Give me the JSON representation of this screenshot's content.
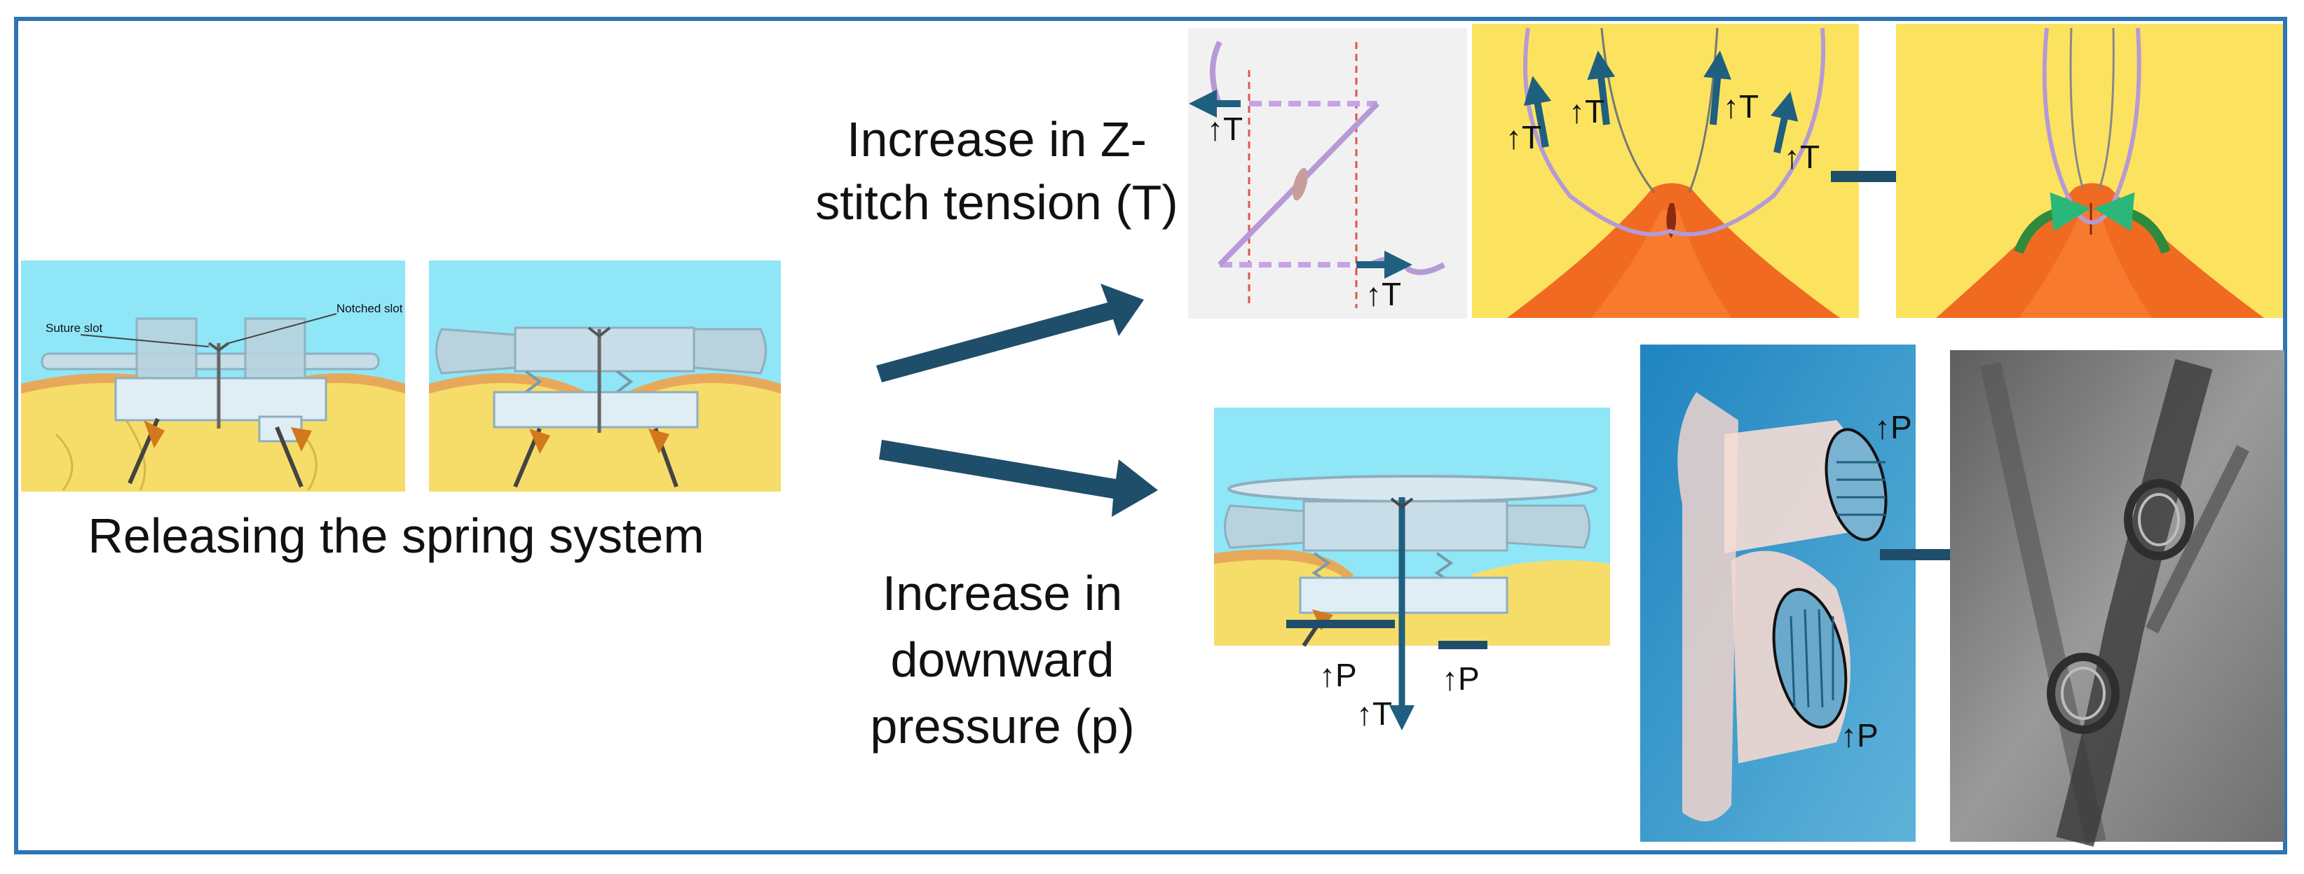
{
  "labels": {
    "caption_left": "Releasing the spring system",
    "suture_slot": "Suture slot",
    "notched_slot": "Notched slot",
    "z_stitch_line1": "Increase in Z-",
    "z_stitch_line2": "stitch tension (T)",
    "pressure_line1": "Increase in",
    "pressure_line2": "downward",
    "pressure_line3": "pressure (p)"
  },
  "symbols": {
    "tension": "↑T",
    "pressure": "↑P"
  },
  "colors": {
    "border": "#2e75b6",
    "arrow": "#1f4e6b",
    "sky": "#8fe6f7",
    "tissue": "#f6dd6a",
    "skin": "#e8a85a",
    "device": "#c9dde8",
    "suture": "#b59ad6",
    "cone": "#f06a22",
    "panel_yellow": "#fbe35f",
    "photo_bg": "#2a8fc4",
    "xray_bg": "#8a8a8a",
    "green_arrow": "#2f8a3c"
  }
}
